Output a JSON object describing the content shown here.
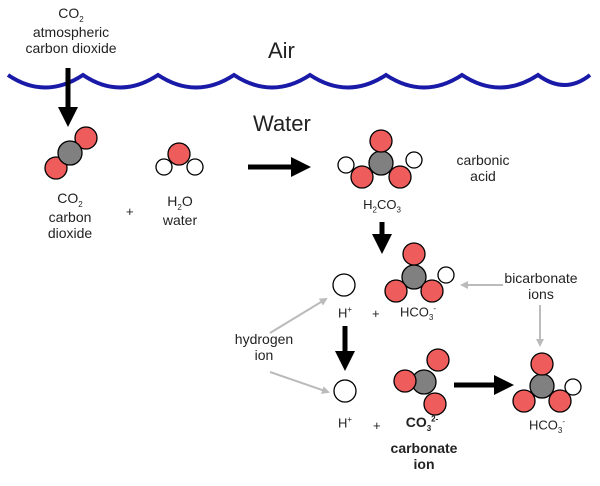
{
  "labels": {
    "co2_atm_formula": "CO",
    "co2_atm_sub": "2",
    "co2_atm_line1": "atmospheric",
    "co2_atm_line2": "carbon dioxide",
    "air": "Air",
    "water": "Water",
    "co2_formula": "CO",
    "co2_sub": "2",
    "co2_line1": "carbon",
    "co2_line2": "dioxide",
    "plus1": "+",
    "h2o_h": "H",
    "h2o_sub": "2",
    "h2o_o": "O",
    "h2o_name": "water",
    "carbonic_line1": "carbonic",
    "carbonic_line2": "acid",
    "h2co3_h": "H",
    "h2co3_sub1": "2",
    "h2co3_co": "CO",
    "h2co3_sub2": "3",
    "hplus1_h": "H",
    "hplus1_sup": "+",
    "plus2": "+",
    "hco3_1": "HCO",
    "hco3_1_sub": "3",
    "hco3_1_sup": "-",
    "bicarbonate_line1": "bicarbonate",
    "bicarbonate_line2": "ions",
    "hydrogen_line1": "hydrogen",
    "hydrogen_line2": "ion",
    "hplus2_h": "H",
    "hplus2_sup": "+",
    "plus3": "+",
    "co3": "CO",
    "co3_sub": "3",
    "co3_sup": "2-",
    "carbonate_line1": "carbonate",
    "carbonate_line2": "ion",
    "hco3_2": "HCO",
    "hco3_2_sub": "3",
    "hco3_2_sup": "-"
  },
  "colors": {
    "oxygen": "#ee5c5c",
    "carbon": "#808080",
    "hydrogen": "#ffffff",
    "wave": "#1a1aa8",
    "arrow_black": "#000000",
    "arrow_gray": "#bbbbbb"
  }
}
